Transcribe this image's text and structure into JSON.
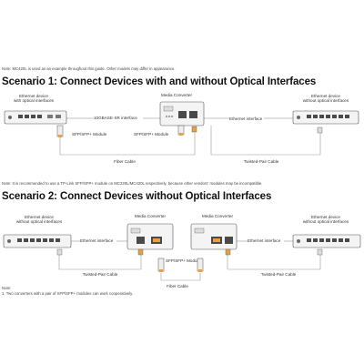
{
  "top_note": "Note: MC420L is used as an example throughout this guide. Other models may differ in appearance.",
  "scenario1": {
    "title": "Scenario 1: Connect Devices with and without Optical Interfaces",
    "left_device": [
      "Ethernet device",
      "with optical interfaces"
    ],
    "media_converter": "Media Converter",
    "right_device": [
      "Ethernet device",
      "without optical interfaces"
    ],
    "link_optical": "10GBASE-SR interface",
    "link_ethernet": "Ethernet interface",
    "module_left": "SFP/SFP+ Module",
    "module_right": "SFP/SFP+ Module",
    "fiber_cable": "Fiber Cable",
    "twisted_pair": "Twisted-Pair Cable"
  },
  "middle_note": "Note: It is recommended to use a TP-Link SFP/SFP+ module on MC220L/MC420L respectively, because other vendors' modules may be incompatible.",
  "scenario2": {
    "title": "Scenario 2: Connect Devices without Optical Interfaces",
    "left_device": [
      "Ethernet device",
      "without optical interfaces"
    ],
    "converter_left": "Media Converter",
    "converter_right": "Media Converter",
    "right_device": [
      "Ethernet device",
      "without optical interfaces"
    ],
    "link_left": "Ethernet interface",
    "link_right": "Ethernet interface",
    "module": "SFP/SFP+ Module",
    "twisted_left": "Twisted-Pair Cable",
    "twisted_right": "Twisted-Pair Cable",
    "fiber_cable": "Fiber Cable"
  },
  "bottom_note": [
    "Note:",
    "1. Two converters with a pair of SFP/SFP+ modules can work cooperatively."
  ],
  "colors": {
    "device_body": "#f4f4f4",
    "device_edge": "#555555",
    "port": "#4a4a4a",
    "fiber_orange": "#e8a040",
    "cable_gray": "#888888"
  }
}
